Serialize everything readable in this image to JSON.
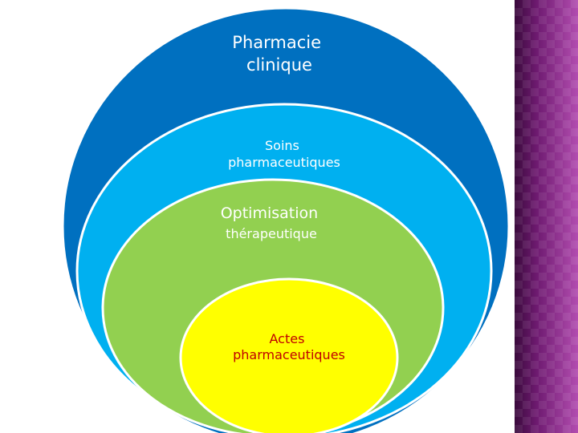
{
  "diagram": {
    "levels": [
      {
        "lines": [
          "Pharmacie",
          "clinique"
        ],
        "fill": "#0070c0",
        "text_color": "#ffffff"
      },
      {
        "lines": [
          "Soins",
          "pharmaceutiques"
        ],
        "fill": "#00b0f0",
        "text_color": "#ffffff"
      },
      {
        "lines": [
          "Optimisation",
          "thérapeutique"
        ],
        "fill": "#92d050",
        "text_color": "#ffffff"
      },
      {
        "lines": [
          "Actes",
          "pharmaceutiques"
        ],
        "fill": "#ffff00",
        "text_color": "#c00000"
      }
    ]
  },
  "theme": {
    "side_band_color": "#7a1f7d"
  }
}
